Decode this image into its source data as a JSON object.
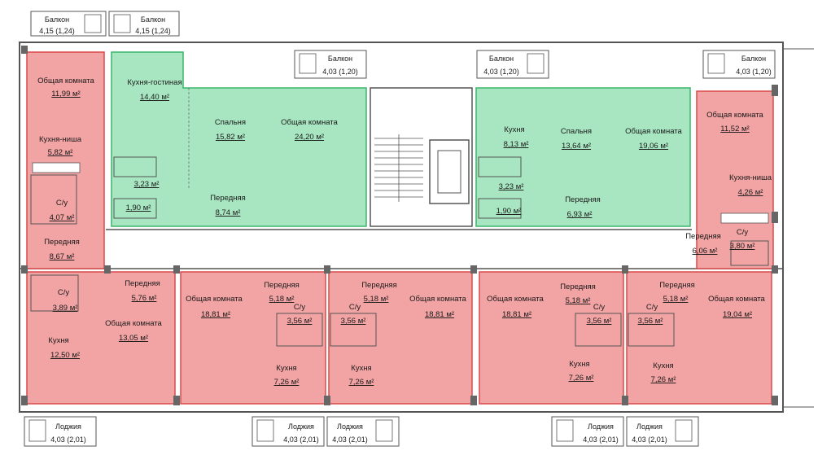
{
  "colors": {
    "red_fill": "#f2a3a3",
    "red_stroke": "#d94a4a",
    "green_fill": "#a8e6c2",
    "green_stroke": "#3bb56b",
    "wall": "#555555"
  },
  "balconies": {
    "top": [
      {
        "label": "Балкон",
        "area": "4,15 (1,24)"
      },
      {
        "label": "Балкон",
        "area": "4,15 (1,24)"
      },
      {
        "label": "Балкон",
        "area": "4,03 (1,20)"
      },
      {
        "label": "Балкон",
        "area": "4,03 (1,20)"
      },
      {
        "label": "Балкон",
        "area": "4,03 (1,20)"
      }
    ],
    "bottom": [
      {
        "label": "Лоджия",
        "area": "4,03 (2,01)"
      },
      {
        "label": "Лоджия",
        "area": "4,03 (2,01)"
      },
      {
        "label": "Лоджия",
        "area": "4,03 (2,01)"
      },
      {
        "label": "Лоджия",
        "area": "4,03 (2,01)"
      },
      {
        "label": "Лоджия",
        "area": "4,03 (2,01)"
      }
    ]
  },
  "apartments": [
    {
      "id": "ne",
      "rooms": [
        {
          "name": "Общая комната",
          "area": "11,99 м²"
        },
        {
          "name": "Кухня-ниша",
          "area": "5,82 м²"
        },
        {
          "name": "С/у",
          "area": "4,07 м²"
        },
        {
          "name": "Передняя",
          "area": "8,67 м²"
        }
      ]
    },
    {
      "id": "nc_green",
      "rooms": [
        {
          "name": "Кухня-гостиная",
          "area": "14,40 м²"
        },
        {
          "name": "Спальня",
          "area": "15,82 м²"
        },
        {
          "name": "Общая комната",
          "area": "24,20 м²"
        },
        {
          "name": "",
          "area": "3,23 м²"
        },
        {
          "name": "",
          "area": "1,90 м²"
        },
        {
          "name": "Передняя",
          "area": "8,74 м²"
        }
      ]
    },
    {
      "id": "nr_green",
      "rooms": [
        {
          "name": "Кухня",
          "area": "8,13 м²"
        },
        {
          "name": "Спальня",
          "area": "13,64 м²"
        },
        {
          "name": "Общая комната",
          "area": "19,06 м²"
        },
        {
          "name": "",
          "area": "3,23 м²"
        },
        {
          "name": "",
          "area": "1,90 м²"
        },
        {
          "name": "Передняя",
          "area": "6,93 м²"
        }
      ]
    },
    {
      "id": "nw",
      "rooms": [
        {
          "name": "Общая комната",
          "area": "11,52 м²"
        },
        {
          "name": "Кухня-ниша",
          "area": "4,26 м²"
        },
        {
          "name": "С/у",
          "area": "3,80 м²"
        },
        {
          "name": "Передняя",
          "area": "6,06 м²"
        }
      ]
    },
    {
      "id": "s1",
      "rooms": [
        {
          "name": "С/у",
          "area": "3,89 м²"
        },
        {
          "name": "Передняя",
          "area": "5,76 м²"
        },
        {
          "name": "Общая комната",
          "area": "13,05 м²"
        },
        {
          "name": "Кухня",
          "area": "12,50 м²"
        }
      ]
    },
    {
      "id": "s2",
      "rooms": [
        {
          "name": "Общая комната",
          "area": "18,81 м²"
        },
        {
          "name": "Передняя",
          "area": "5,18 м²"
        },
        {
          "name": "С/у",
          "area": "3,56 м²"
        },
        {
          "name": "Кухня",
          "area": "7,26 м²"
        }
      ]
    },
    {
      "id": "s3",
      "rooms": [
        {
          "name": "Передняя",
          "area": "5,18 м²"
        },
        {
          "name": "С/у",
          "area": "3,56 м²"
        },
        {
          "name": "Общая комната",
          "area": "18,81 м²"
        },
        {
          "name": "Кухня",
          "area": "7,26 м²"
        }
      ]
    },
    {
      "id": "s4",
      "rooms": [
        {
          "name": "Общая комната",
          "area": "18,81 м²"
        },
        {
          "name": "Передняя",
          "area": "5,18 м²"
        },
        {
          "name": "С/у",
          "area": "3,56 м²"
        },
        {
          "name": "Кухня",
          "area": "7,26 м²"
        }
      ]
    },
    {
      "id": "s5",
      "rooms": [
        {
          "name": "Передняя",
          "area": "5,18 м²"
        },
        {
          "name": "С/у",
          "area": "3,56 м²"
        },
        {
          "name": "Общая комната",
          "area": "19,04 м²"
        },
        {
          "name": "Кухня",
          "area": "7,26 м²"
        }
      ]
    }
  ]
}
